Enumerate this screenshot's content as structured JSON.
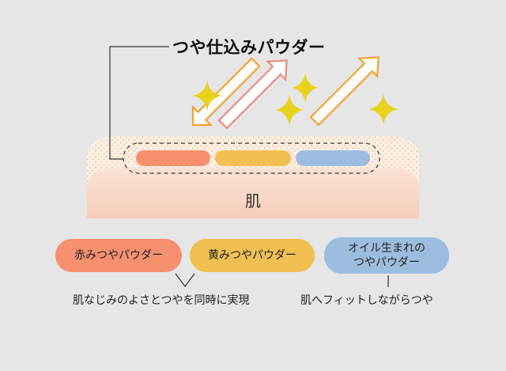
{
  "diagram": {
    "title": "つや仕込みパウダー",
    "skin_label": "肌",
    "powders": [
      {
        "label": "赤みつやパウダー",
        "color": "#f6906f"
      },
      {
        "label": "黄みつやパウダー",
        "color": "#f1bf52"
      },
      {
        "label_line1": "オイル生まれの",
        "label_line2": "つやパウダー",
        "color": "#9dbde0"
      }
    ],
    "desc_left": "肌なじみのよさとつやを同時に実現",
    "desc_right": "肌へフィットしながらつや"
  }
}
